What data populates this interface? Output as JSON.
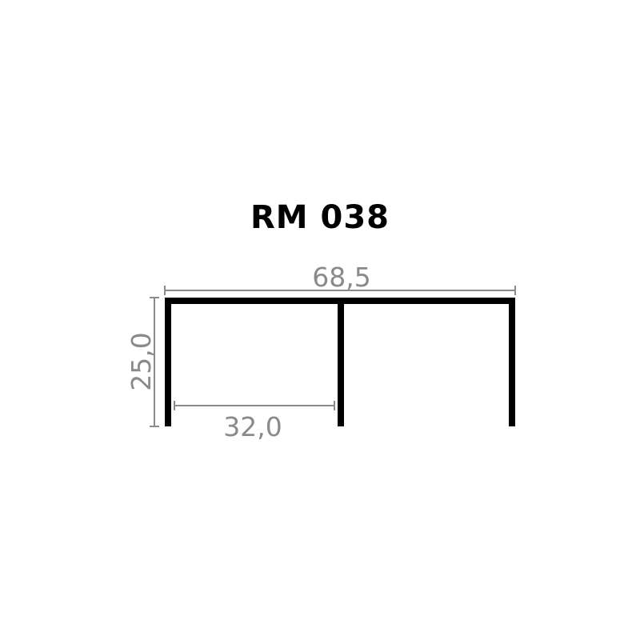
{
  "title": "RM 038",
  "dimensions": {
    "overall_width": "68,5",
    "height": "25,0",
    "inner_width": "32,0"
  },
  "colors": {
    "profile": "#000000",
    "dimension": "#8a8a8a",
    "background": "#ffffff"
  }
}
